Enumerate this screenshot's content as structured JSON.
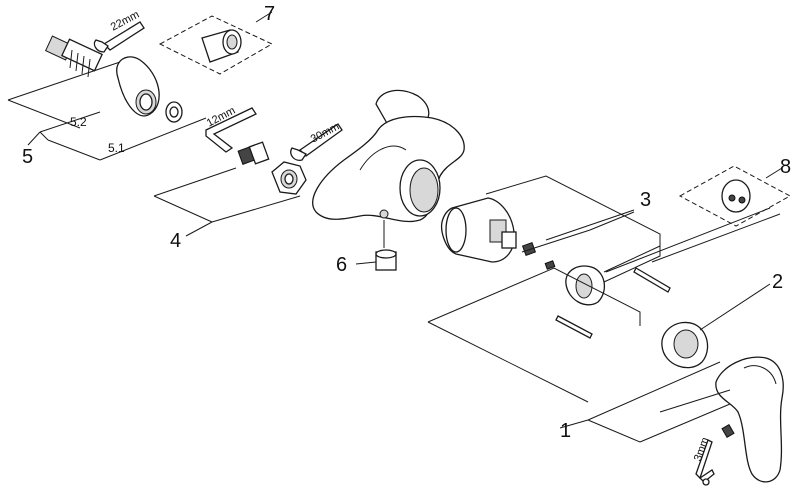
{
  "labels": {
    "n1": "1",
    "n2": "2",
    "n3": "3",
    "n4": "4",
    "n5": "5",
    "n5_1": "5.1",
    "n5_2": "5.2",
    "n6": "6",
    "n7": "7",
    "n8": "8"
  },
  "tool_sizes": {
    "wrench_22": "22mm",
    "wrench_30": "30mm",
    "hex_key_12": "12mm",
    "hex_key_3": "3mm"
  }
}
